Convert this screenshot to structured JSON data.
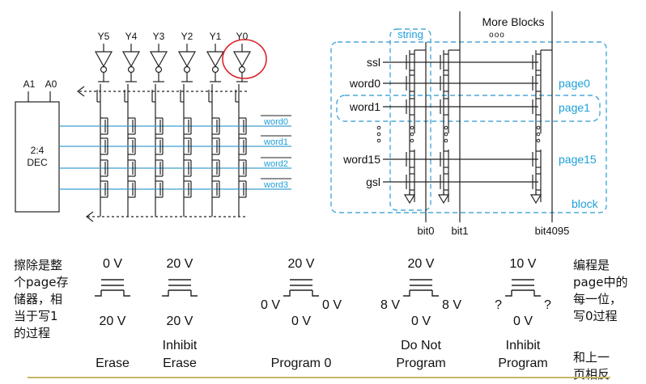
{
  "left_circuit": {
    "decoder_cols": [
      "Y5",
      "Y4",
      "Y3",
      "Y2",
      "Y1",
      "Y0"
    ],
    "addr_a1": "A1",
    "addr_a0": "A0",
    "dec_line1": "2:4",
    "dec_line2": "DEC",
    "word_lines": [
      "word0",
      "word1",
      "word2",
      "word3"
    ]
  },
  "right_array": {
    "more_blocks": "More Blocks",
    "more_dots": "ooo",
    "string_label": "string",
    "row_labels": [
      "ssl",
      "word0",
      "word1",
      "word15",
      "gsl"
    ],
    "page_labels": [
      "page0",
      "page1",
      "page15"
    ],
    "block_label": "block",
    "bit_labels": [
      "bit0",
      "bit1",
      "bit4095"
    ],
    "dots": "o"
  },
  "ops": {
    "left_note": [
      "擦除是整",
      "个page存",
      "储器，相",
      "当于写1",
      "的过程"
    ],
    "right_note": [
      "编程是",
      "page中的",
      "每一位，",
      "写0过程"
    ],
    "right_note2": [
      "和上一",
      "页相反"
    ],
    "items": [
      {
        "top": "0 V",
        "bottom": "20 V",
        "left": "",
        "right": "",
        "label1": "",
        "label2": "Erase"
      },
      {
        "top": "20 V",
        "bottom": "20 V",
        "left": "",
        "right": "",
        "label1": "Inhibit",
        "label2": "Erase"
      },
      {
        "top": "20 V",
        "bottom": "0 V",
        "left": "0 V",
        "right": "0 V",
        "label1": "",
        "label2": "Program 0"
      },
      {
        "top": "20 V",
        "bottom": "0 V",
        "left": "8 V",
        "right": "8 V",
        "label1": "Do Not",
        "label2": "Program"
      },
      {
        "top": "10 V",
        "bottom": "0 V",
        "left": "?",
        "right": "?",
        "label1": "Inhibit",
        "label2": "Program"
      }
    ]
  },
  "colors": {
    "wire": "#222222",
    "blue_line": "#3f9fcf",
    "dashed_box": "#4aa8d8",
    "page_text": "#1e9fd9",
    "highlight_circle": "#d9242a",
    "rule": "#c7b766"
  }
}
